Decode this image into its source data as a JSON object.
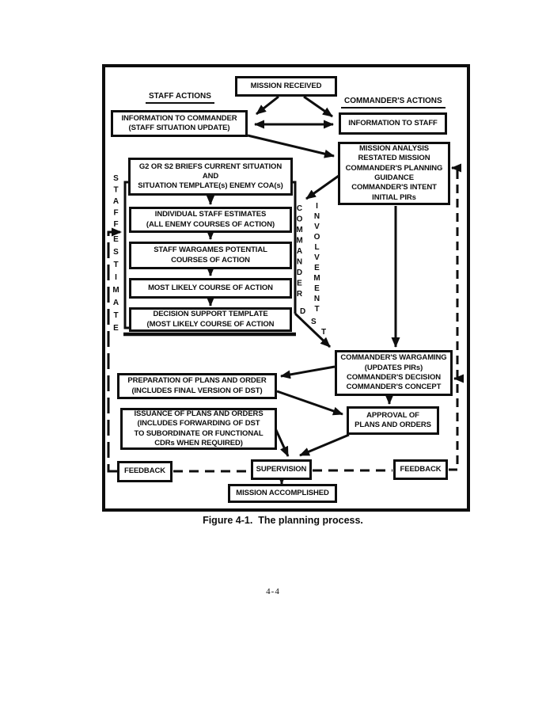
{
  "page": {
    "caption": "Figure 4-1.  The planning process.",
    "page_number": "4-4"
  },
  "diagram": {
    "colors": {
      "ink": "#0e0e0e",
      "paper": "#ffffff"
    },
    "headings": {
      "staff_actions": "STAFF ACTIONS",
      "commanders_actions": "COMMANDER'S ACTIONS"
    },
    "vertical_labels": {
      "staff": "STAFF",
      "estimate": "ESTIMATE",
      "commander": "COMMANDER",
      "involvement": "INVOLVEMENT",
      "dst": [
        "D",
        "S",
        "T"
      ]
    },
    "boxes": {
      "mission_received": {
        "lines": [
          "MISSION RECEIVED"
        ]
      },
      "info_to_commander": {
        "lines": [
          "INFORMATION TO COMMANDER",
          "(STAFF SITUATION UPDATE)"
        ]
      },
      "info_to_staff": {
        "lines": [
          "INFORMATION TO STAFF"
        ]
      },
      "mission_analysis": {
        "lines": [
          "MISSION ANALYSIS",
          "RESTATED MISSION",
          "COMMANDER'S PLANNING",
          "GUIDANCE",
          "COMMANDER'S INTENT",
          "INITIAL PIRs"
        ]
      },
      "g2_briefs": {
        "lines": [
          "G2 OR S2 BRIEFS CURRENT SITUATION",
          "AND",
          "SITUATION TEMPLATE(s) ENEMY COA(s)"
        ]
      },
      "individual_estimates": {
        "lines": [
          "INDIVIDUAL STAFF ESTIMATES",
          "(ALL ENEMY COURSES OF ACTION)"
        ]
      },
      "staff_wargames": {
        "lines": [
          "STAFF WARGAMES POTENTIAL",
          "COURSES OF ACTION"
        ]
      },
      "most_likely": {
        "lines": [
          "MOST LIKELY COURSE OF ACTION"
        ]
      },
      "decision_support": {
        "lines": [
          "DECISION SUPPORT TEMPLATE",
          "(MOST LIKELY COURSE OF ACTION"
        ]
      },
      "commanders_wargaming": {
        "lines": [
          "COMMANDER'S WARGAMING",
          "(UPDATES PIRs)",
          "COMMANDER'S DECISION",
          "COMMANDER'S CONCEPT"
        ]
      },
      "preparation": {
        "lines": [
          "PREPARATION OF PLANS AND ORDER",
          "(INCLUDES FINAL VERSION OF DST)"
        ]
      },
      "issuance": {
        "lines": [
          "ISSUANCE OF PLANS AND ORDERS",
          "(INCLUDES FORWARDING OF DST",
          "TO SUBORDINATE OR FUNCTIONAL",
          "CDRs WHEN REQUIRED)"
        ]
      },
      "approval": {
        "lines": [
          "APPROVAL OF",
          "PLANS AND ORDERS"
        ]
      },
      "feedback_left": {
        "lines": [
          "FEEDBACK"
        ]
      },
      "supervision": {
        "lines": [
          "SUPERVISION"
        ]
      },
      "feedback_right": {
        "lines": [
          "FEEDBACK"
        ]
      },
      "mission_accomplished": {
        "lines": [
          "MISSION ACCOMPLISHED"
        ]
      }
    }
  }
}
